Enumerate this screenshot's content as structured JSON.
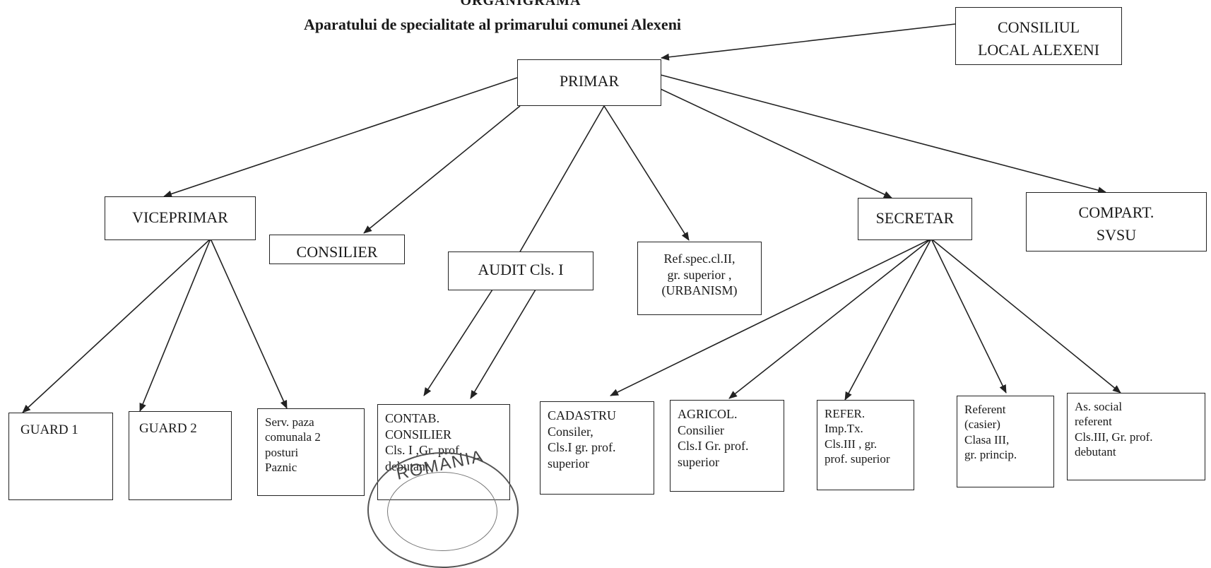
{
  "title": "ORGANIGRAMA",
  "subtitle": "Aparatului de specialitate al  primarului comunei Alexeni",
  "boxes": {
    "consiliul": "CONSILIUL\nLOCAL ALEXENI",
    "primar": "PRIMAR",
    "viceprimar": "VICEPRIMAR",
    "consilier": "CONSILIER",
    "audit": "AUDIT Cls. I",
    "urbanism": "Ref.spec.cl.II,\n gr. superior  ,\n(URBANISM)",
    "secretar": "SECRETAR",
    "svsu": "COMPART.\nSVSU",
    "guard1": "GUARD 1",
    "guard2": "GUARD 2",
    "paza": "Serv. paza\ncomunala 2\nposturi\nPaznic",
    "contab": "CONTAB.\nCONSILIER\nCls. I ,Gr. prof.\ndebutant",
    "cadastru": "CADASTRU\nConsiler,\nCls.I  gr. prof.\nsuperior",
    "agricol": "AGRICOL.\nConsilier\nCls.I Gr. prof.\nsuperior",
    "refer": "REFER.\nImp.Tx.\nCls.III , gr.\nprof. superior",
    "casier": "Referent\n(casier)\nClasa III,\ngr. princip.",
    "social": "As. social\nreferent\nCls.III, Gr. prof.\n debutant"
  },
  "stamp": {
    "text": "ROMANIA"
  }
}
